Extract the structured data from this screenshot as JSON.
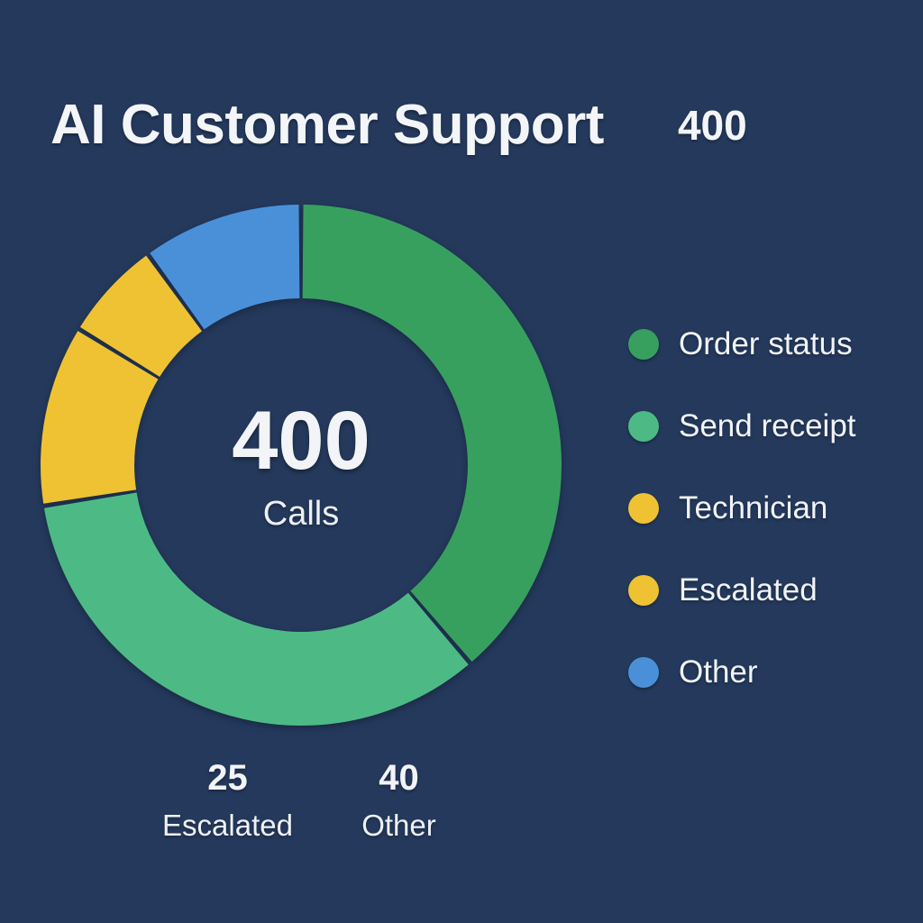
{
  "header": {
    "title": "AI Customer Support",
    "total": "400"
  },
  "center": {
    "value": "400",
    "unit": "Calls"
  },
  "legend": {
    "items": [
      {
        "label": "Order status",
        "color": "#37a05f"
      },
      {
        "label": "Send receipt",
        "color": "#4dba86"
      },
      {
        "label": "Technician",
        "color": "#eec233"
      },
      {
        "label": "Escalated",
        "color": "#eec233"
      },
      {
        "label": "Other",
        "color": "#4a90d9"
      }
    ]
  },
  "callouts": [
    {
      "value": "25",
      "label": "Escalated"
    },
    {
      "value": "40",
      "label": "Other"
    }
  ],
  "chart_data": {
    "type": "pie",
    "title": "AI Customer Support",
    "subtitle": "",
    "center_value": 400,
    "center_unit": "Calls",
    "total": 400,
    "donut": true,
    "hole_fraction": 0.64,
    "start_angle_deg": 0,
    "direction": "clockwise",
    "background_color": "#24395c",
    "gap_color": "#24395c",
    "categories": [
      "Order status",
      "Send receipt",
      "Technician",
      "Escalated",
      "Other"
    ],
    "values": [
      155,
      135,
      45,
      25,
      40
    ],
    "colors": [
      "#37a05f",
      "#4dba86",
      "#eec233",
      "#eec233",
      "#4a90d9"
    ],
    "angles_deg": [
      139.5,
      121.5,
      40.5,
      22.5,
      36
    ],
    "legend_position": "right",
    "grid": false,
    "labels": [
      {
        "text": "25",
        "sublabel": "Escalated",
        "position": "below-chart"
      },
      {
        "text": "40",
        "sublabel": "Other",
        "position": "below-chart"
      }
    ]
  }
}
